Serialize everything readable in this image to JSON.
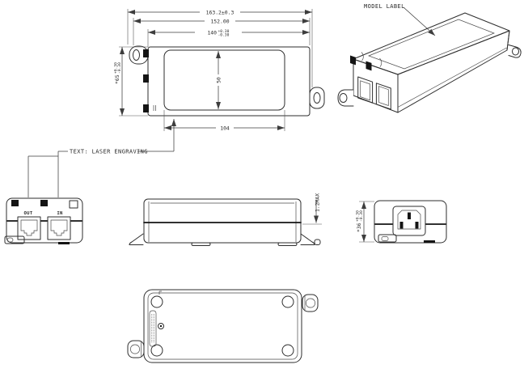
{
  "callouts": {
    "model_label": "MODEL LABEL",
    "laser_engraving": "TEXT: LASER ENGRAVING"
  },
  "dimensions": {
    "top": {
      "overall_length": "163.2±0.3",
      "flange_length": "152.00",
      "body_length": "140",
      "body_length_tol_plus": "+0.30",
      "body_length_tol_minus": "-0.30",
      "body_width": "*65",
      "body_width_tol_plus": "+0.30",
      "body_width_tol_minus": "-0.30",
      "label_length": "104",
      "label_width": "50"
    },
    "side": {
      "parting_flash_max": "1.2MAX"
    },
    "rear": {
      "body_height": "*36",
      "body_height_tol_plus": "+0.30",
      "body_height_tol_minus": "-0.30"
    }
  },
  "front_view": {
    "port_out": "OUT",
    "port_in": "IN"
  },
  "colors": {
    "background": "#ffffff",
    "line": "#2e2e2e",
    "heavy_line": "#141414",
    "dim_line": "#3d3d3d",
    "text": "#2a2a2a"
  }
}
